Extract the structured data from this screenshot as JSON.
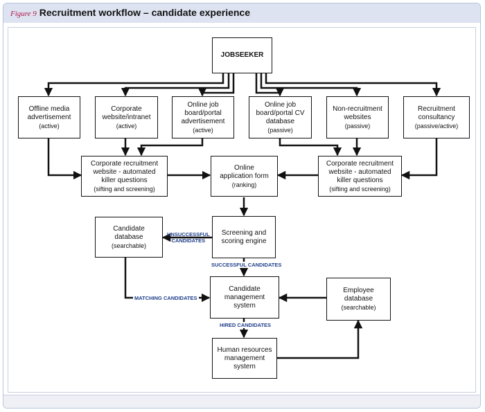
{
  "figure": {
    "label": "Figure 9",
    "title": "Recruitment workflow – candidate experience"
  },
  "nodes": {
    "jobseeker": {
      "lines": [
        "JOBSEEKER"
      ]
    },
    "offline_media": {
      "lines": [
        "Offline media",
        "advertisement"
      ],
      "sub": "(active)"
    },
    "corporate_website": {
      "lines": [
        "Corporate",
        "website/intranet"
      ],
      "sub": "(active)"
    },
    "online_job_board_ad": {
      "lines": [
        "Online job",
        "board/portal",
        "advertisement"
      ],
      "sub": "(active)"
    },
    "online_job_board_cv": {
      "lines": [
        "Online job",
        "board/portal CV",
        "database"
      ],
      "sub": "(passive)"
    },
    "non_recruitment": {
      "lines": [
        "Non-recruitment",
        "websites"
      ],
      "sub": "(passive)"
    },
    "recruitment_consultancy": {
      "lines": [
        "Recruitment",
        "consultancy"
      ],
      "sub": "(passive/active)"
    },
    "corp_killer_left": {
      "lines": [
        "Corporate recruitment",
        "website - automated",
        "killer questions"
      ],
      "sub": "(sifting and screening)"
    },
    "online_application": {
      "lines": [
        "Online",
        "application form"
      ],
      "sub": "(ranking)"
    },
    "corp_killer_right": {
      "lines": [
        "Corporate recruitment",
        "website - automated",
        "killer questions"
      ],
      "sub": "(sifting and screening)"
    },
    "candidate_database": {
      "lines": [
        "Candidate",
        "database"
      ],
      "sub": "(searchable)"
    },
    "screening_engine": {
      "lines": [
        "Screening and",
        "scoring engine"
      ],
      "sub": ""
    },
    "candidate_management": {
      "lines": [
        "Candidate",
        "management",
        "system"
      ],
      "sub": ""
    },
    "employee_database": {
      "lines": [
        "Employee",
        "database"
      ],
      "sub": "(searchable)"
    },
    "hrms": {
      "lines": [
        "Human resources",
        "management",
        "system"
      ],
      "sub": ""
    }
  },
  "edge_labels": {
    "unsuccessful": [
      "UNSUCCESSFUL",
      "CANDIDATES"
    ],
    "successful": "SUCCESSFUL CANDIDATES",
    "matching": "MATCHING CANDIDATES",
    "hired": "HIRED CANDIDATES"
  }
}
